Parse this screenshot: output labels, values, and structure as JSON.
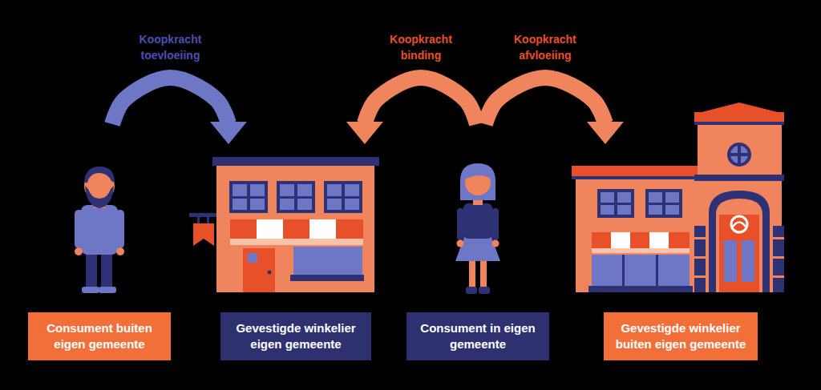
{
  "diagram": {
    "nodes": [
      {
        "text": [
          "Consument buiten eigen gemeente"
        ]
      },
      {
        "text": [
          "Gevestigde winkelier eigen gemeente"
        ]
      },
      {
        "text": [
          "Consument in eigen gemeente"
        ]
      },
      {
        "text": [
          "Gevestigde winkelier buiten eigen gemeente"
        ]
      }
    ],
    "edges": [
      {
        "from": 0,
        "to": 1,
        "label": "Koopkracht toevloeiing",
        "arrow": "to"
      },
      {
        "from": 2,
        "to": 1,
        "label": "Koopkracht binding",
        "arrow": "to"
      },
      {
        "from": 2,
        "to": 3,
        "label": "Koopkracht afvloeiing",
        "arrow": "to"
      }
    ]
  }
}
